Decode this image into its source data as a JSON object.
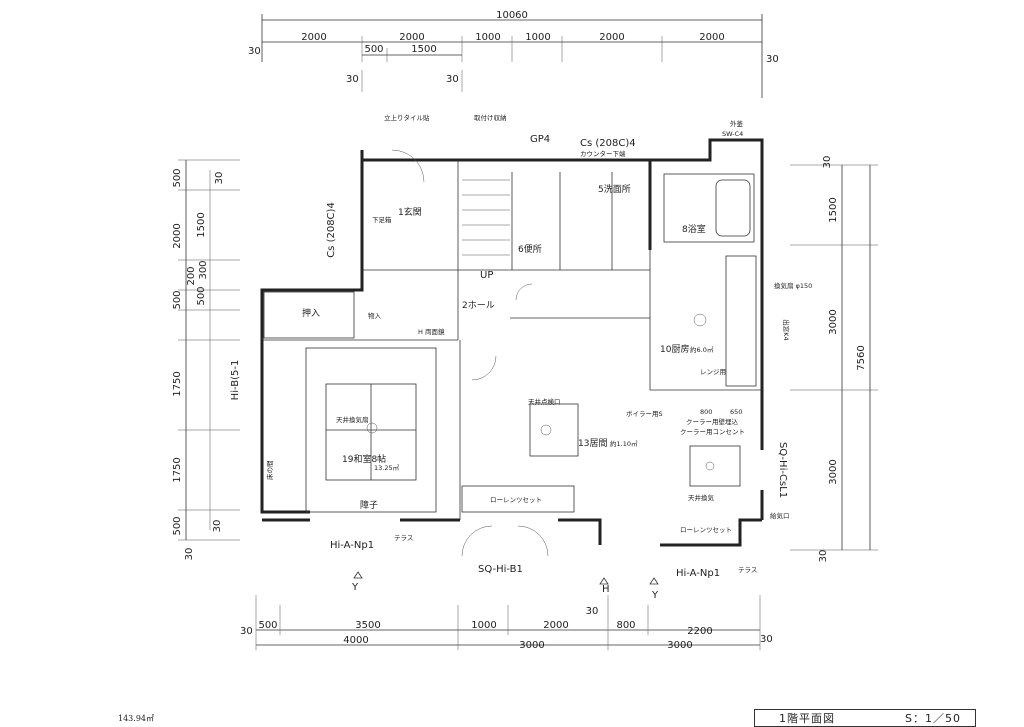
{
  "plan": {
    "title": "1階平面図",
    "scale": "S：1／50",
    "area_note": "143.94㎡",
    "top_dims": {
      "overall": "10060",
      "row1": [
        "30",
        "2000",
        "2000",
        "1000",
        "1000",
        "2000",
        "2000",
        "30"
      ],
      "row2": [
        "500",
        "1500"
      ],
      "row3": [
        "30",
        "30"
      ]
    },
    "bottom_dims": {
      "row1": [
        "30",
        "500",
        "3500",
        "1000",
        "2000",
        "800",
        "2200",
        "30"
      ],
      "row2": [
        "4000",
        "3000",
        "3000"
      ],
      "marks": [
        "30"
      ]
    },
    "left_dims": [
      "500",
      "30",
      "2000",
      "1500",
      "200",
      "300",
      "500",
      "500",
      "1750",
      "1750",
      "500",
      "30",
      "30"
    ],
    "right_dims": [
      "30",
      "1500",
      "3000",
      "7560",
      "3000",
      "30"
    ],
    "rooms": [
      {
        "id": "1",
        "label": "1玄関"
      },
      {
        "id": "2",
        "label": "2ホール"
      },
      {
        "id": "5",
        "label": "5洗面所"
      },
      {
        "id": "6",
        "label": "6便所"
      },
      {
        "id": "8",
        "label": "8浴室"
      },
      {
        "id": "10",
        "label": "10厨房",
        "area": "約6.0㎡"
      },
      {
        "id": "13",
        "label": "13居間",
        "area": "約1.10㎡"
      },
      {
        "id": "19",
        "label": "19和室8帖",
        "area": "13.25㎡"
      },
      {
        "id": "oshiire",
        "label": "押入"
      },
      {
        "id": "monoire",
        "label": "物入"
      },
      {
        "id": "tokonoma",
        "label": "床の間"
      },
      {
        "id": "shoji",
        "label": "障子"
      }
    ],
    "notes": [
      "立上りタイル貼",
      "取付け収納",
      "GP4",
      "Cs (208C)4",
      "カウンター下端",
      "外釜",
      "SW-C4",
      "Cs (208C)4",
      "下足箱",
      "UP",
      "天井点検口",
      "天井換気扇",
      "ボイラー用S",
      "クーラー用壁埋込",
      "クーラー用コンセント",
      "天井換気",
      "ローレンツセット",
      "ローレンツセット",
      "テラス",
      "テラス",
      "SQ-Hi-B1",
      "Hi-A-Np1",
      "Hi-A-Np1",
      "SQ-Hi-CsL1",
      "Hi-B(5-1",
      "出窓K4",
      "換気扇 φ150",
      "800",
      "650",
      "H",
      "Y",
      "Y",
      "H 両面鏡",
      "レンジ用",
      "給気口",
      "押入"
    ]
  }
}
